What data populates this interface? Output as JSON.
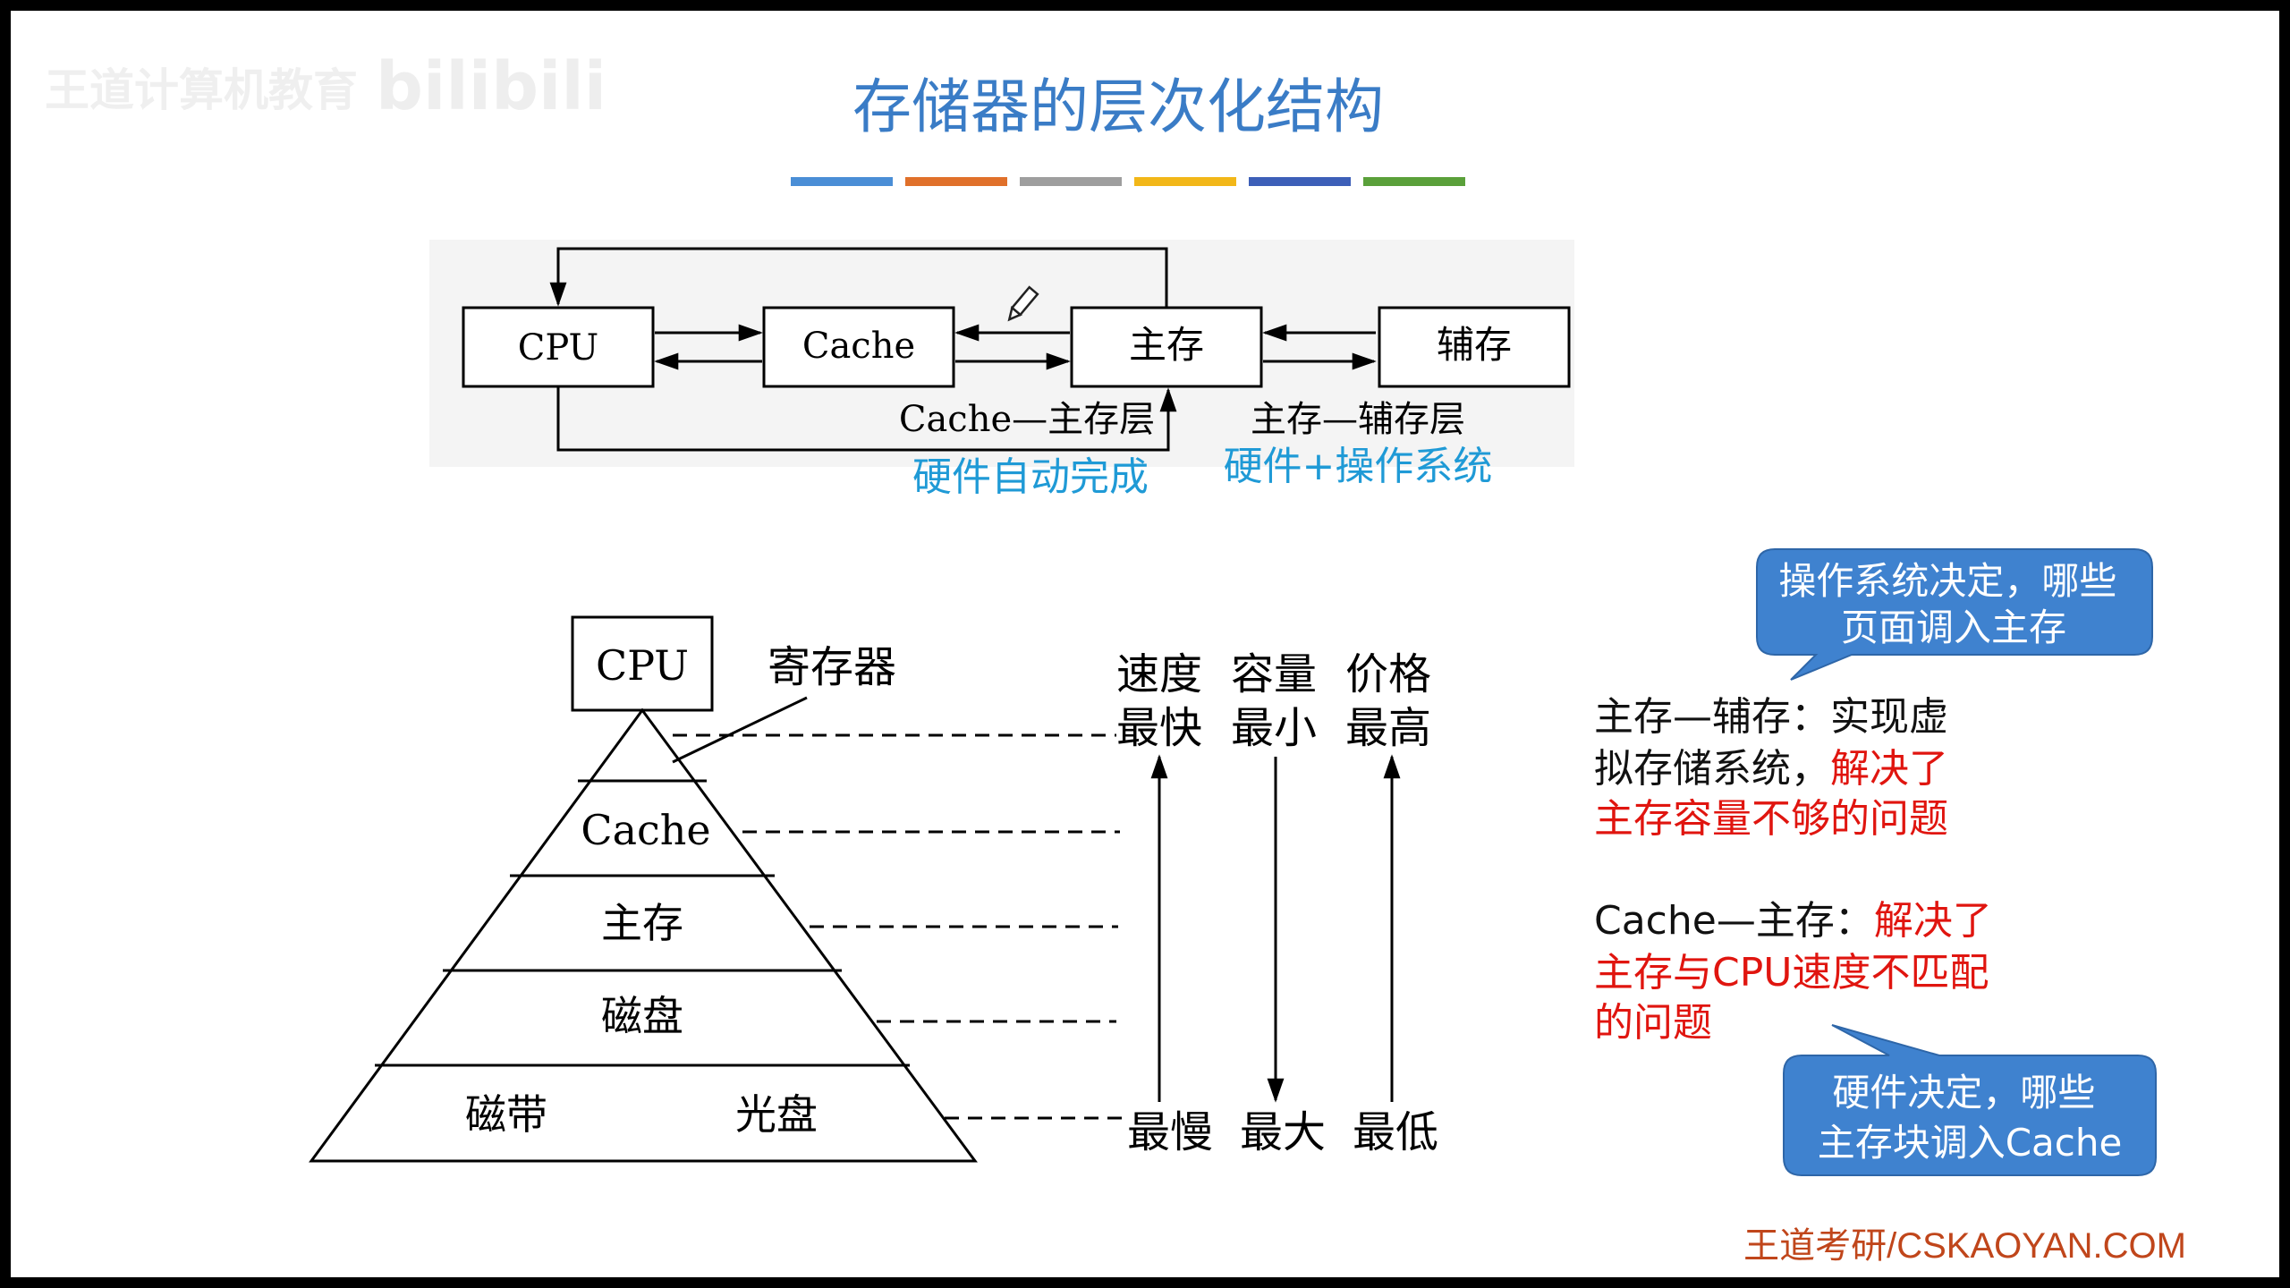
{
  "watermark": {
    "org": "王道计算机教育",
    "brand": "bilibili"
  },
  "title": "存储器的层次化结构",
  "title_color": "#3a7cc6",
  "title_bar_colors": [
    "#4a8ed6",
    "#e0702a",
    "#9e9e9e",
    "#f2b718",
    "#3d5fb8",
    "#5aa03a"
  ],
  "flow": {
    "cpu": "CPU",
    "cache": "Cache",
    "main": "主存",
    "aux": "辅存",
    "layer_cache_main": "Cache—主存层",
    "layer_main_aux": "主存—辅存层",
    "note_hw": "硬件自动完成",
    "note_hw_os": "硬件+操作系统"
  },
  "pyramid": {
    "top_box": "CPU",
    "register_label": "寄存器",
    "levels": [
      "Cache",
      "主存",
      "磁盘"
    ],
    "bottom_left": "磁带",
    "bottom_right": "光盘"
  },
  "columns": [
    {
      "header": "速度",
      "top": "最快",
      "bottom": "最慢"
    },
    {
      "header": "容量",
      "top": "最小",
      "bottom": "最大"
    },
    {
      "header": "价格",
      "top": "最高",
      "bottom": "最低"
    }
  ],
  "callouts": {
    "os": "操作系统决定，哪些页面调入主存",
    "hw": "硬件决定，哪些主存块调入Cache"
  },
  "notes": {
    "main_aux_prefix": "主存—辅存：实现虚拟存储系统，",
    "main_aux_red": "解决了主存容量不够的问题",
    "cache_main_prefix": "Cache—主存：",
    "cache_main_red": "解决了主存与CPU速度不匹配的问题"
  },
  "footer": "王道考研/CSKAOYAN.COM",
  "colors": {
    "accent_blue": "#1f9ad6",
    "callout_fill": "#3f82cf",
    "red": "#e0150f",
    "footer": "#c0461b"
  }
}
